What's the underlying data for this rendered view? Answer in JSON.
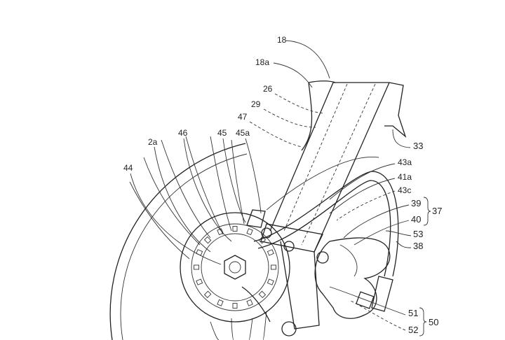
{
  "labels": {
    "l18": "18",
    "l18a": "18a",
    "l26": "26",
    "l29": "29",
    "l47": "47",
    "l45a": "45a",
    "l45": "45",
    "l46": "46",
    "l2a": "2a",
    "l44": "44",
    "l33": "33",
    "l43a": "43a",
    "l41a": "41a",
    "l43c": "43c",
    "l39": "39",
    "l37": "37",
    "l40": "40",
    "l53": "53",
    "l38": "38",
    "l51": "51",
    "l50": "50",
    "l52": "52"
  }
}
